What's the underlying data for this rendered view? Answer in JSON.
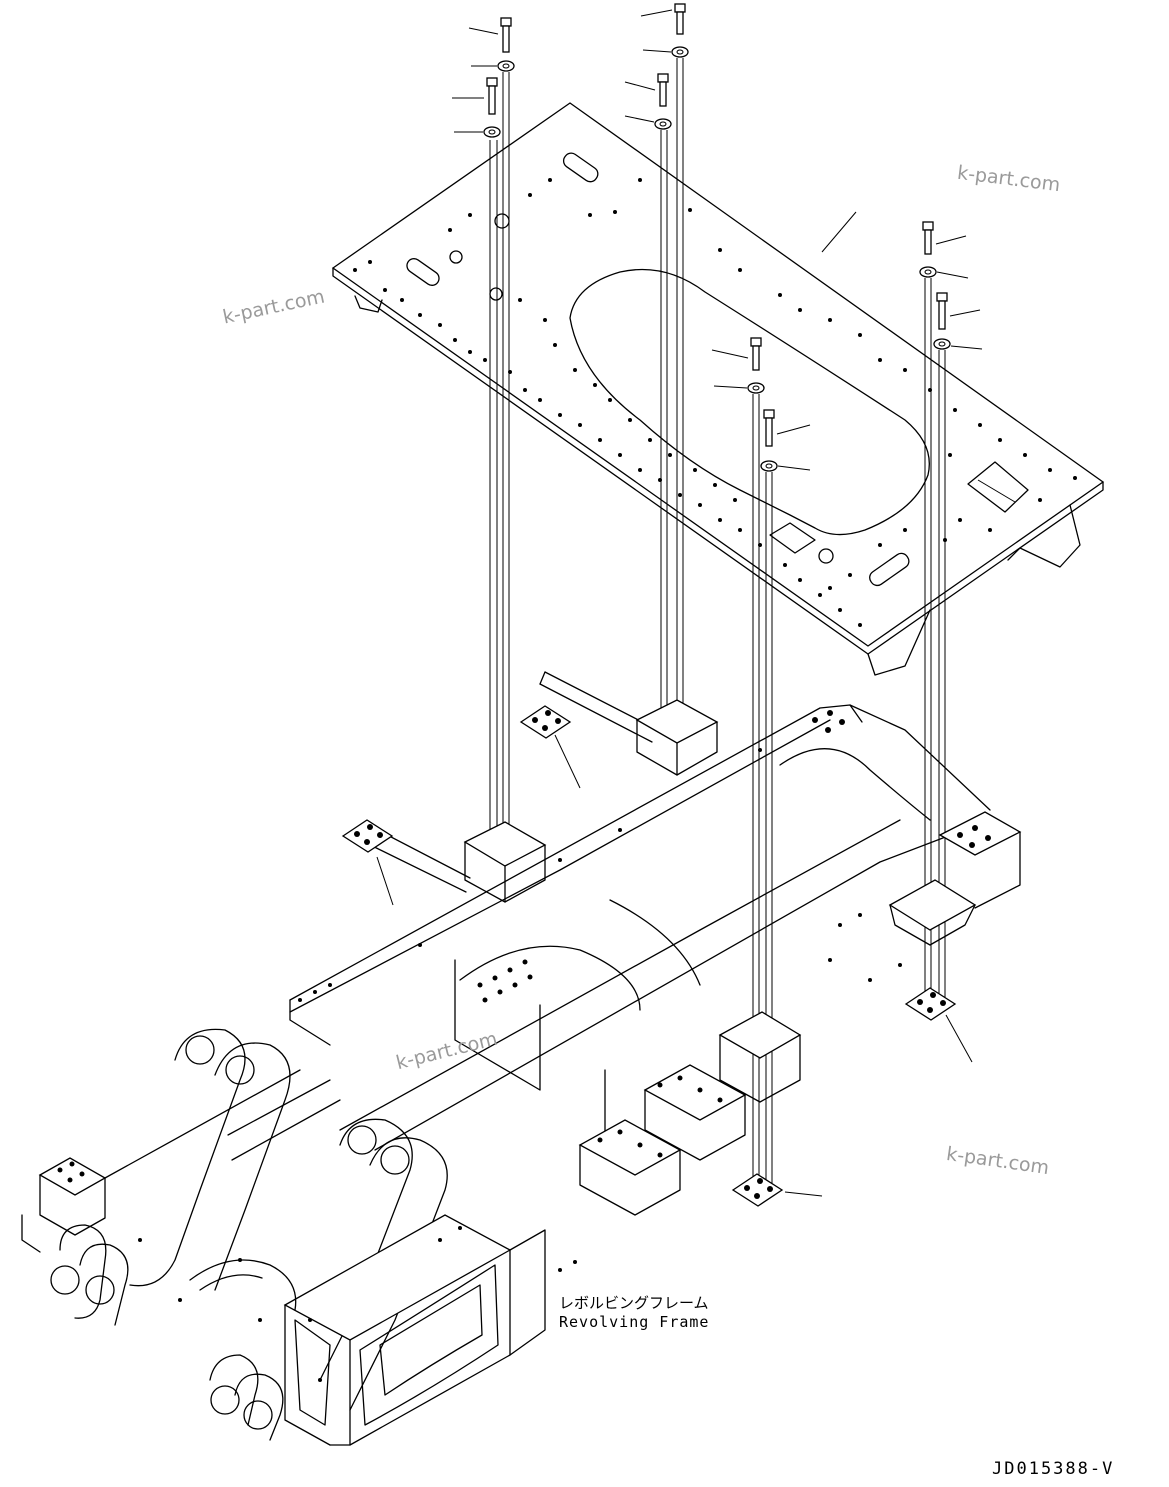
{
  "watermarks": [
    "k-part.com",
    "k-part.com",
    "k-part.com",
    "k-part.com"
  ],
  "frame_label": {
    "japanese": "レボルビングフレーム",
    "english": "Revolving Frame"
  },
  "drawing_id": "JD015388-V"
}
